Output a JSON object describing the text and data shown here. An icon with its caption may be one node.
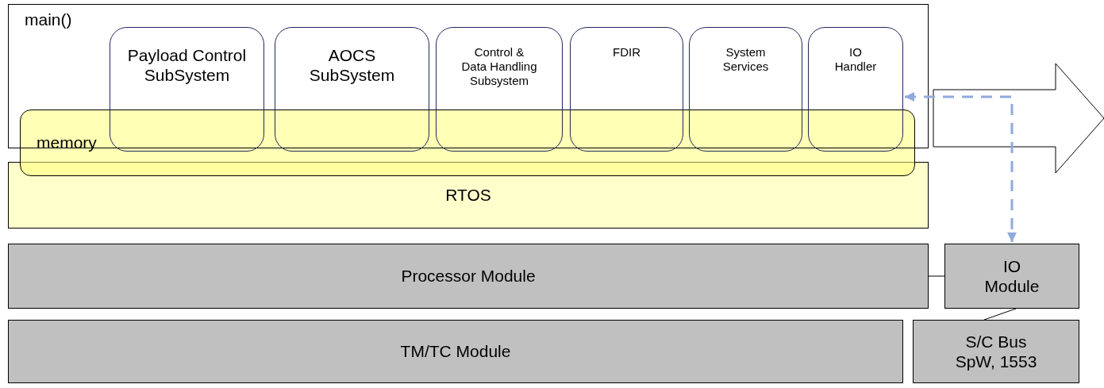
{
  "diagram": {
    "nodes": [
      {
        "text": [
          "main()"
        ]
      },
      {
        "text": [
          "Payload Control SubSystem"
        ],
        "in": 0
      },
      {
        "text": [
          "AOCS SubSystem"
        ],
        "in": 0
      },
      {
        "text": [
          "Control & Data Handling Subsystem"
        ],
        "in": 0
      },
      {
        "text": [
          "FDIR"
        ],
        "in": 0
      },
      {
        "text": [
          "System Services"
        ],
        "in": 0
      },
      {
        "text": [
          "IO Handler"
        ],
        "in": 0
      },
      {
        "text": [
          "memory"
        ]
      },
      {
        "text": [
          "RTOS"
        ]
      },
      {
        "text": [
          "Processor Module"
        ]
      },
      {
        "text": [
          "IO Module"
        ]
      },
      {
        "text": [
          "TM/TC Module"
        ]
      },
      {
        "text": [
          "S/C Bus SpW, 1553"
        ]
      }
    ],
    "edges": [
      {
        "from": 6,
        "to": 10,
        "arrow": "both",
        "style": "dashed",
        "color": "#8faadc"
      },
      {
        "from": 9,
        "to": 10,
        "arrow": "none"
      },
      {
        "from": 10,
        "to": 12,
        "arrow": "none"
      }
    ]
  }
}
